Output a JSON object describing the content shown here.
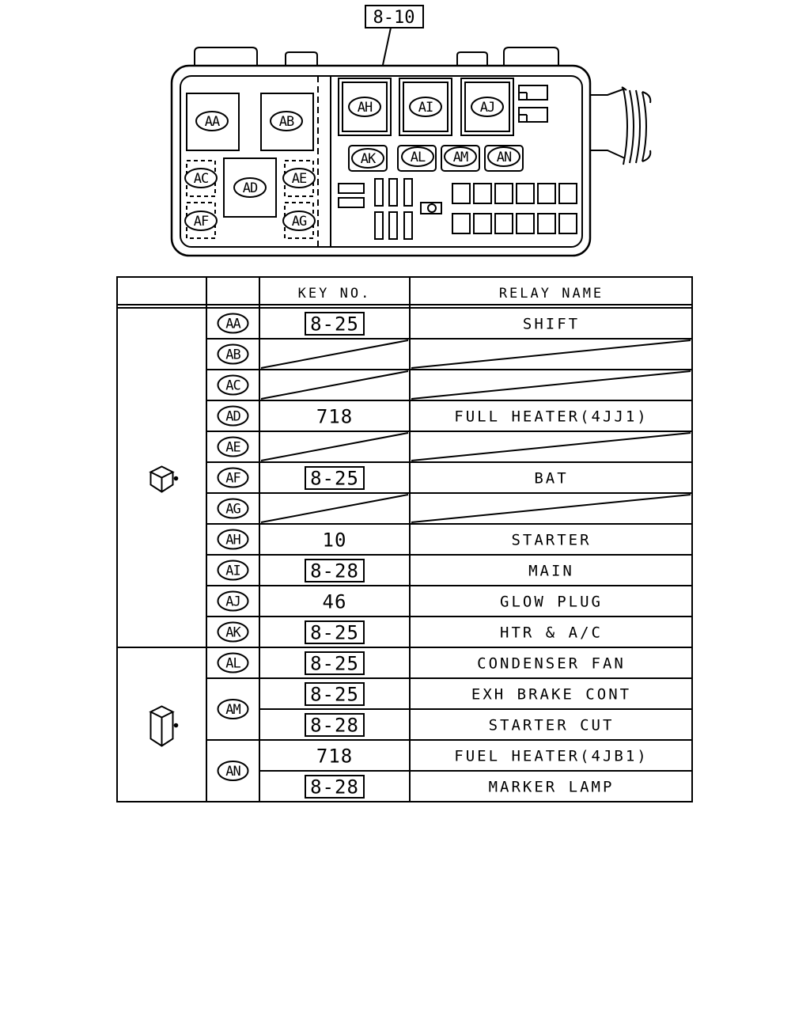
{
  "callout": "8-10",
  "box_labels": [
    "AA",
    "AB",
    "AC",
    "AD",
    "AE",
    "AF",
    "AG",
    "AH",
    "AI",
    "AJ",
    "AK",
    "AL",
    "AM",
    "AN"
  ],
  "table": {
    "headers": {
      "key": "KEY NO.",
      "name": "RELAY NAME"
    },
    "groups": [
      {
        "icon": "relay-4pin-icon",
        "count": 11
      },
      {
        "icon": "relay-5pin-icon",
        "count": 5
      }
    ],
    "rows": [
      {
        "code": "AA",
        "key": "8-25",
        "key_boxed": true,
        "name": "SHIFT"
      },
      {
        "code": "AB",
        "key": "",
        "key_boxed": false,
        "name": ""
      },
      {
        "code": "AC",
        "key": "",
        "key_boxed": false,
        "name": ""
      },
      {
        "code": "AD",
        "key": "718",
        "key_boxed": false,
        "name": "FULL HEATER(4JJ1)"
      },
      {
        "code": "AE",
        "key": "",
        "key_boxed": false,
        "name": ""
      },
      {
        "code": "AF",
        "key": "8-25",
        "key_boxed": true,
        "name": "BAT"
      },
      {
        "code": "AG",
        "key": "",
        "key_boxed": false,
        "name": ""
      },
      {
        "code": "AH",
        "key": "10",
        "key_boxed": false,
        "name": "STARTER"
      },
      {
        "code": "AI",
        "key": "8-28",
        "key_boxed": true,
        "name": "MAIN"
      },
      {
        "code": "AJ",
        "key": "46",
        "key_boxed": false,
        "name": "GLOW PLUG"
      },
      {
        "code": "AK",
        "key": "8-25",
        "key_boxed": true,
        "name": "HTR & A/C"
      },
      {
        "code": "AL",
        "key": "8-25",
        "key_boxed": true,
        "name": "CONDENSER FAN"
      },
      {
        "code": "AM",
        "key": "8-25",
        "key_boxed": true,
        "name": "EXH BRAKE CONT"
      },
      {
        "code": "AM",
        "key": "8-28",
        "key_boxed": true,
        "name": "STARTER CUT"
      },
      {
        "code": "AN",
        "key": "718",
        "key_boxed": false,
        "name": "FUEL HEATER(4JB1)"
      },
      {
        "code": "AN",
        "key": "8-28",
        "key_boxed": true,
        "name": "MARKER LAMP"
      }
    ]
  }
}
